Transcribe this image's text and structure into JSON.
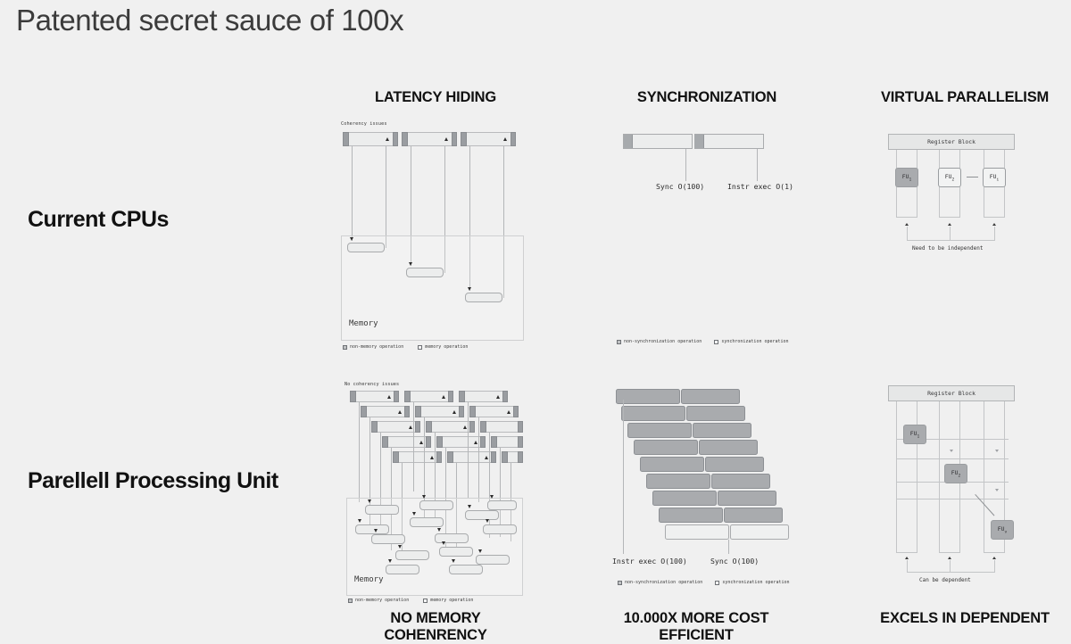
{
  "title": "Patented secret sauce of 100x",
  "columns": [
    {
      "header": "LATENCY HIDING",
      "footer": "NO MEMORY COHENRENCY"
    },
    {
      "header": "SYNCHRONIZATION",
      "footer": "10.000X MORE COST EFFICIENT"
    },
    {
      "header": "VIRTUAL PARALLELISM",
      "footer": "EXCELS IN DEPENDENT"
    }
  ],
  "rows": [
    {
      "label": "Current CPUs"
    },
    {
      "label": "Parellell Processing Unit"
    }
  ],
  "panels": {
    "latency_cpu": {
      "note": "Coherency issues",
      "memory_label": "Memory",
      "legend": [
        {
          "swatch": "filled",
          "text": "non-memory operation"
        },
        {
          "swatch": "outline",
          "text": "memory operation"
        }
      ]
    },
    "latency_ppu": {
      "note": "No coherency issues",
      "memory_label": "Memory",
      "legend": [
        {
          "swatch": "filled",
          "text": "non-memory operation"
        },
        {
          "swatch": "outline",
          "text": "memory operation"
        }
      ]
    },
    "sync_cpu": {
      "callouts": [
        {
          "text": "Sync O(100)"
        },
        {
          "text": "Instr exec O(1)"
        }
      ],
      "legend": [
        {
          "swatch": "filled",
          "text": "non-synchronization operation"
        },
        {
          "swatch": "outline",
          "text": "synchronization operation"
        }
      ]
    },
    "sync_ppu": {
      "callouts": [
        {
          "text": "Instr exec O(100)"
        },
        {
          "text": "Sync O(100)"
        }
      ],
      "legend": [
        {
          "swatch": "filled",
          "text": "non-synchronization operation"
        },
        {
          "swatch": "outline",
          "text": "synchronization operation"
        }
      ]
    },
    "vp_cpu": {
      "register_block": "Register Block",
      "units": [
        {
          "label": "FU",
          "sub": "1",
          "state": "active"
        },
        {
          "label": "FU",
          "sub": "2",
          "state": "idle"
        },
        {
          "label": "FU",
          "sub": "i",
          "state": "idle"
        }
      ],
      "caption": "Need to be independent"
    },
    "vp_ppu": {
      "register_block": "Register Block",
      "units": [
        {
          "label": "FU",
          "sub": "1",
          "state": "active"
        },
        {
          "label": "FU",
          "sub": "2",
          "state": "active"
        },
        {
          "label": "FU",
          "sub": "v",
          "state": "active"
        }
      ],
      "caption": "Can be dependent"
    }
  },
  "colors": {
    "background": "#f0f0f0",
    "bar_light": "#eceded",
    "bar_dark": "#a9abae",
    "line": "#b4b6b8",
    "text": "#1a1a1a"
  }
}
